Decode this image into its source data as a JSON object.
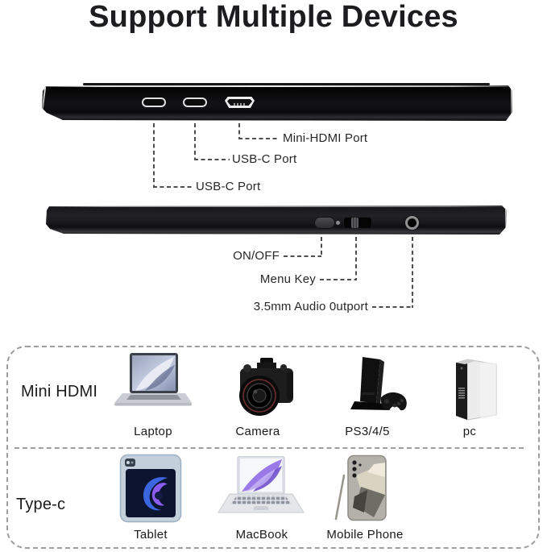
{
  "title": "Support Multiple Devices",
  "colors": {
    "page_bg": "#ffffff",
    "device_body": "#121214",
    "label_text": "#272727",
    "table_border": "#9e9e9e"
  },
  "top_edge_view": {
    "ports": [
      {
        "icon": "usb-c-port",
        "label": "USB-C Port"
      },
      {
        "icon": "usb-c-port",
        "label": "USB-C Port"
      },
      {
        "icon": "mini-hdmi-port",
        "label": "Mini-HDMI Port"
      }
    ]
  },
  "bottom_edge_view": {
    "controls": [
      {
        "icon": "power-button",
        "label": "ON/OFF"
      },
      {
        "icon": "menu-slider",
        "label": "Menu Key"
      },
      {
        "icon": "audio-jack",
        "label": "3.5mm Audio 0utport"
      }
    ]
  },
  "compatibility": {
    "rows": [
      {
        "connection": "Mini HDMI",
        "devices": [
          {
            "icon": "laptop-icon",
            "name": "Laptop"
          },
          {
            "icon": "camera-icon",
            "name": "Camera"
          },
          {
            "icon": "game-console-icon",
            "name": "PS3/4/5"
          },
          {
            "icon": "desktop-pc-icon",
            "name": "pc"
          }
        ]
      },
      {
        "connection": "Type-c",
        "devices": [
          {
            "icon": "tablet-icon",
            "name": "Tablet"
          },
          {
            "icon": "macbook-icon",
            "name": "MacBook"
          },
          {
            "icon": "mobile-phone-icon",
            "name": "Mobile Phone"
          }
        ]
      }
    ]
  }
}
